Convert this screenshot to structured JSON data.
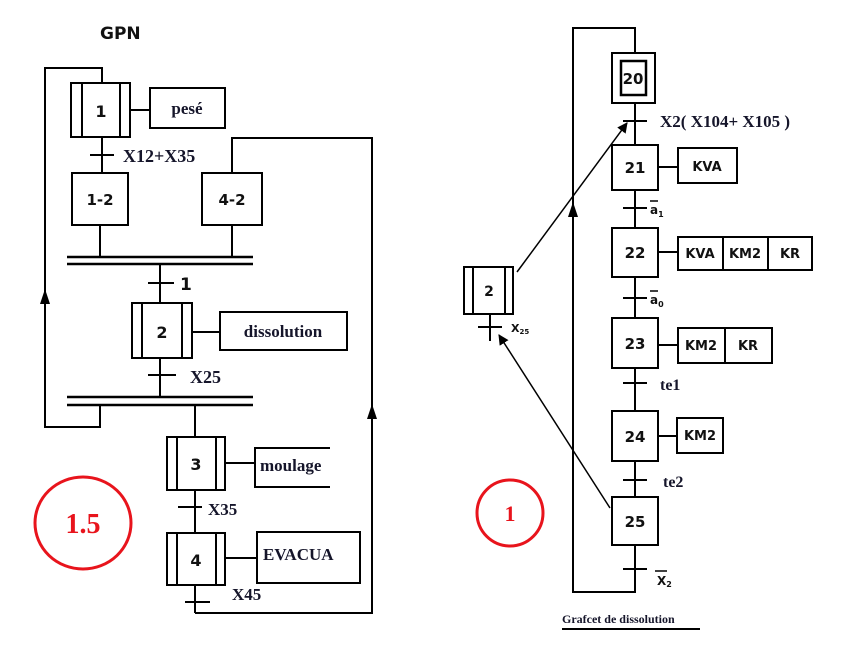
{
  "colors": {
    "line": "#000000",
    "score": "#e8141c"
  },
  "left_grafcet": {
    "title": "GPN",
    "score": "1.5",
    "steps": [
      {
        "id": "1",
        "action": "pesé"
      },
      {
        "id": "1-2"
      },
      {
        "id": "4-2"
      },
      {
        "id": "2",
        "action": "dissolution"
      },
      {
        "id": "3",
        "action": "moulage"
      },
      {
        "id": "4",
        "action": "EVACUA"
      }
    ],
    "transitions": [
      "X12+X35",
      "1",
      "X25",
      "X35",
      "X45"
    ]
  },
  "right_grafcet": {
    "caption": "Grafcet de dissolution",
    "score": "1",
    "macro_step": {
      "id": "2",
      "transition": {
        "label": "X",
        "sub": "25"
      }
    },
    "steps": [
      {
        "id": "20",
        "actions": []
      },
      {
        "id": "21",
        "actions": [
          "KVA"
        ]
      },
      {
        "id": "22",
        "actions": [
          "KVA",
          "KM2",
          "KR"
        ]
      },
      {
        "id": "23",
        "actions": [
          "KM2",
          "KR"
        ]
      },
      {
        "id": "24",
        "actions": [
          "KM2"
        ]
      },
      {
        "id": "25",
        "actions": []
      }
    ],
    "transitions": [
      {
        "label": "X2( X104+ X105 )"
      },
      {
        "label": "a",
        "sub": "1",
        "negated": true
      },
      {
        "label": "a",
        "sub": "0",
        "negated": true
      },
      {
        "label": "te1"
      },
      {
        "label": "te2"
      },
      {
        "label": "X",
        "sub": "2",
        "negated": true
      }
    ]
  }
}
